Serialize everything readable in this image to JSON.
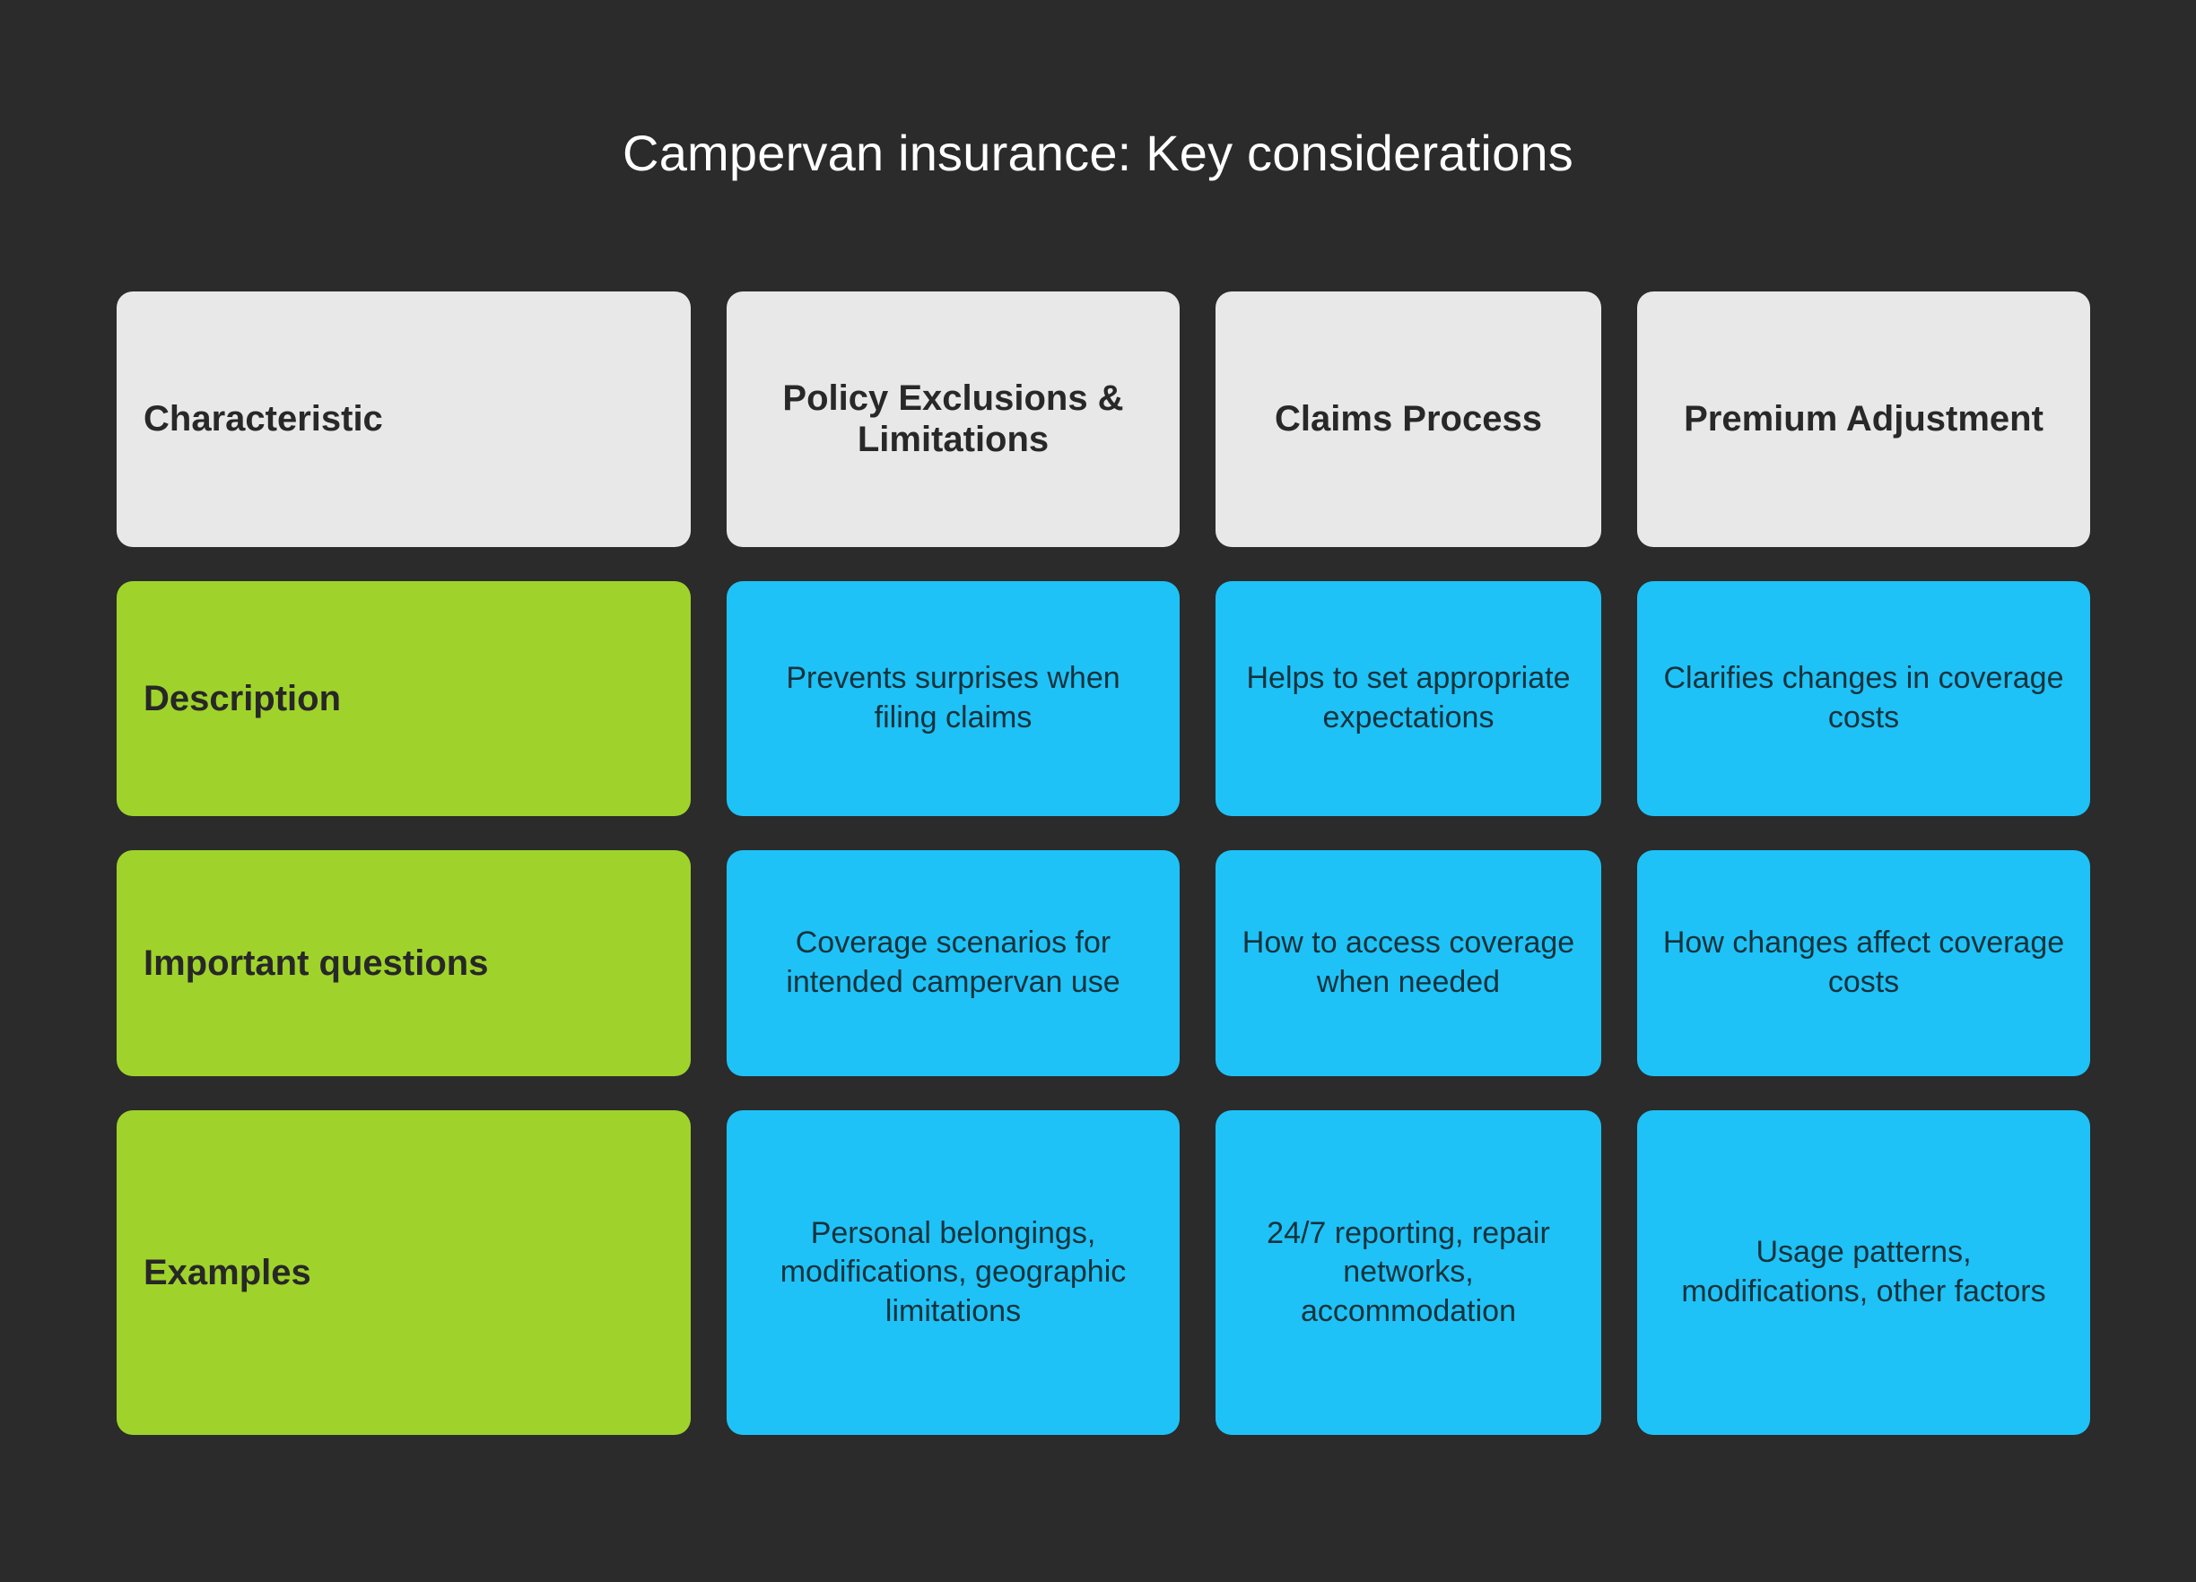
{
  "slide": {
    "title": "Campervan insurance: Key considerations",
    "background_color": "#2b2b2b",
    "title_color": "#ffffff"
  },
  "colors": {
    "header_cell": "#e8e8e8",
    "label_cell": "#9fd32b",
    "value_cell": "#1ec2f6",
    "dark_text": "#272727",
    "value_text": "#15323c"
  },
  "table": {
    "columns": [
      "Characteristic",
      "Policy Exclusions & Limitations",
      "Claims Process",
      "Premium Adjustment"
    ],
    "rows": [
      {
        "label": "Description",
        "cells": [
          "Prevents surprises when filing claims",
          "Helps to set appropriate expectations",
          "Clarifies changes in coverage costs"
        ]
      },
      {
        "label": "Important questions",
        "cells": [
          "Coverage scenarios for intended campervan use",
          "How to access coverage when needed",
          "How changes affect coverage costs"
        ]
      },
      {
        "label": "Examples",
        "cells": [
          "Personal belongings, modifications, geographic limitations",
          "24/7 reporting, repair networks, accommodation",
          "Usage patterns, modifications, other factors"
        ]
      }
    ]
  }
}
